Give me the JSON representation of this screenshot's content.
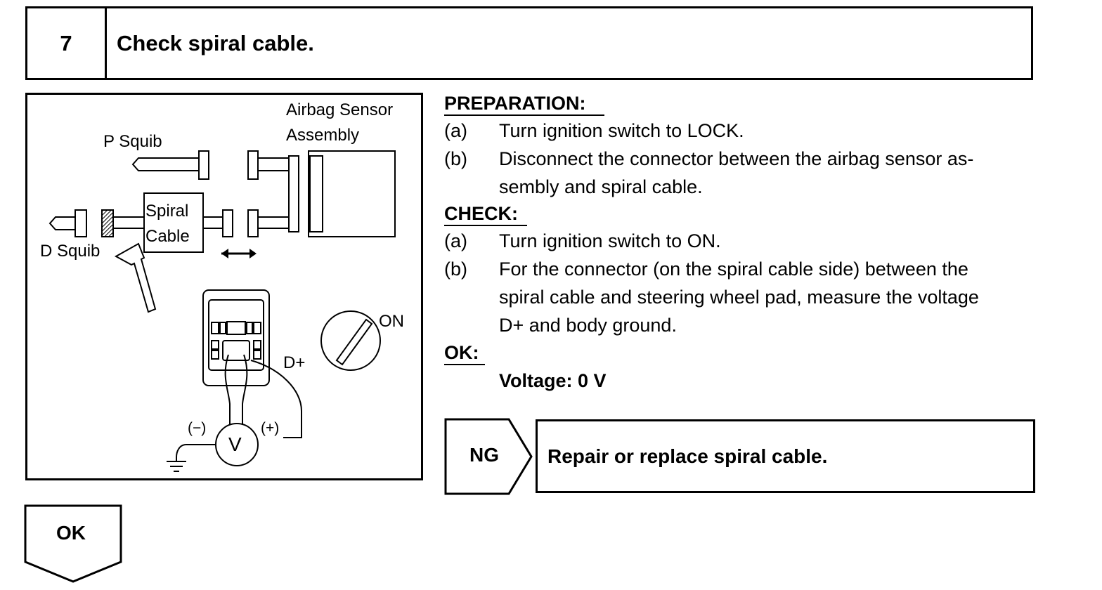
{
  "step": {
    "number": "7",
    "title": "Check spiral cable."
  },
  "diagram": {
    "labels": {
      "airbag_sensor_line1": "Airbag Sensor",
      "airbag_sensor_line2": "Assembly",
      "p_squib": "P Squib",
      "d_squib": "D Squib",
      "spiral_line1": "Spiral",
      "spiral_line2": "Cable",
      "on": "ON",
      "d_plus": "D+",
      "minus": "(−)",
      "plus": "(+)",
      "voltmeter": "V"
    },
    "icons": [
      "ignition-switch-icon",
      "voltmeter-icon",
      "ground-symbol-icon",
      "direction-arrow-icon",
      "disconnect-arrows-icon"
    ]
  },
  "preparation": {
    "heading": "PREPARATION:",
    "items": [
      {
        "mark": "(a)",
        "lines": [
          "Turn ignition switch to LOCK."
        ]
      },
      {
        "mark": "(b)",
        "lines": [
          "Disconnect the connector between the airbag sensor as-",
          "sembly and spiral cable."
        ]
      }
    ]
  },
  "check": {
    "heading": "CHECK:",
    "items": [
      {
        "mark": "(a)",
        "lines": [
          "Turn ignition switch to ON."
        ]
      },
      {
        "mark": "(b)",
        "lines": [
          "For the connector (on the spiral cable side) between the",
          "spiral cable and steering wheel pad, measure the voltage",
          "D+ and body ground."
        ]
      }
    ]
  },
  "ok": {
    "heading": "OK:",
    "value": "Voltage: 0 V"
  },
  "ng_branch": {
    "label": "NG",
    "action": "Repair or replace spiral cable."
  },
  "ok_branch": {
    "label": "OK"
  }
}
